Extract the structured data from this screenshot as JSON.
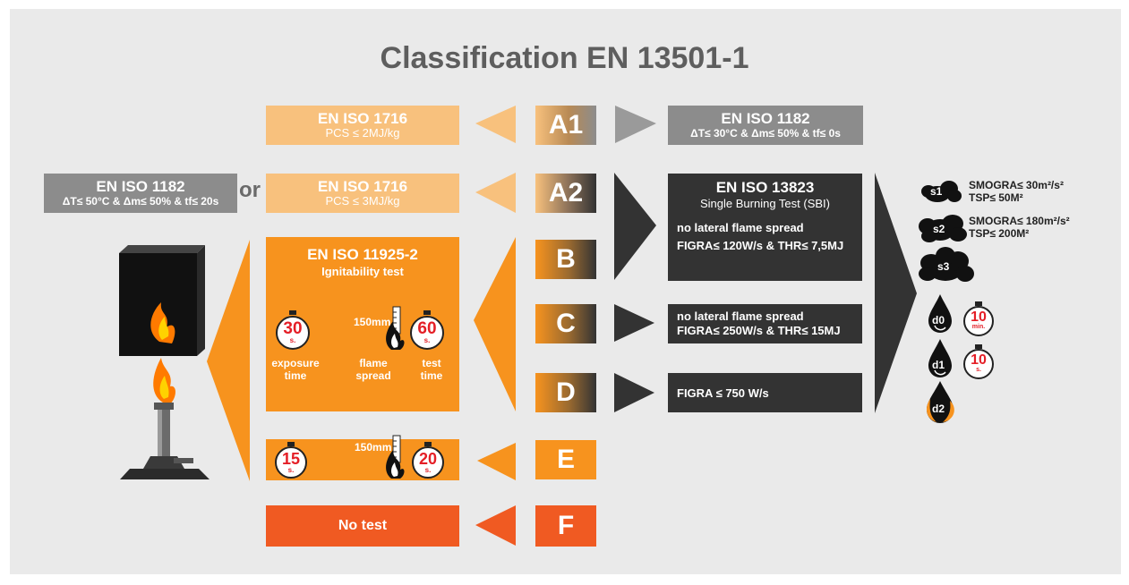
{
  "title": "Classification EN 13501-1",
  "classes": [
    "A1",
    "A2",
    "B",
    "C",
    "D",
    "E",
    "F"
  ],
  "a1_left": {
    "heading": "EN ISO 1716",
    "criteria": "PCS ≤ 2MJ/kg"
  },
  "a1_right": {
    "heading": "EN ISO 1182",
    "criteria": "ΔT≤ 30°C & Δm≤ 50% & tf≤ 0s"
  },
  "a2_left": {
    "heading": "EN ISO 1716",
    "criteria": "PCS ≤ 3MJ/kg"
  },
  "a2_alt": {
    "heading": "EN ISO 1182",
    "criteria": "ΔT≤ 50°C & Δm≤ 50% & tf≤ 20s"
  },
  "or_label": "or",
  "ignitability": {
    "heading": "EN ISO 11925-2",
    "subheading": "Ignitability test",
    "exposure_value": "30",
    "flame_height": "150mm",
    "test_value": "60",
    "unit_s": "s.",
    "label_exposure": "exposure time",
    "label_flame": "flame spread",
    "label_test": "test time"
  },
  "class_e": {
    "exposure_value": "15",
    "flame_height": "150mm",
    "test_value": "20",
    "unit_s": "s."
  },
  "class_f": {
    "label": "No test"
  },
  "sbi": {
    "heading": "EN ISO 13823",
    "subheading": "Single Burning Test (SBI)",
    "line1": "no lateral flame spread",
    "line2": "FIGRA≤ 120W/s & THR≤ 7,5MJ"
  },
  "class_c_box": {
    "line1": "no lateral flame spread",
    "line2": "FIGRA≤ 250W/s & THR≤ 15MJ"
  },
  "class_d_box": {
    "line1": "FIGRA ≤ 750 W/s"
  },
  "smoke": [
    {
      "label": "s1",
      "line1": "SMOGRA≤ 30m²/s²",
      "line2": "TSP≤ 50M²"
    },
    {
      "label": "s2",
      "line1": "SMOGRA≤ 180m²/s²",
      "line2": "TSP≤ 200M²"
    },
    {
      "label": "s3"
    }
  ],
  "droplets": [
    {
      "label": "d0",
      "timer_value": "10",
      "timer_unit": "min."
    },
    {
      "label": "d1",
      "timer_value": "10",
      "timer_unit": "s."
    },
    {
      "label": "d2"
    }
  ],
  "colors": {
    "light_orange": "#f8c17d",
    "orange": "#f7931e",
    "red_orange": "#f05a22",
    "gray": "#8c8c8c",
    "dark": "#333333",
    "timer_red": "#e41e26"
  }
}
